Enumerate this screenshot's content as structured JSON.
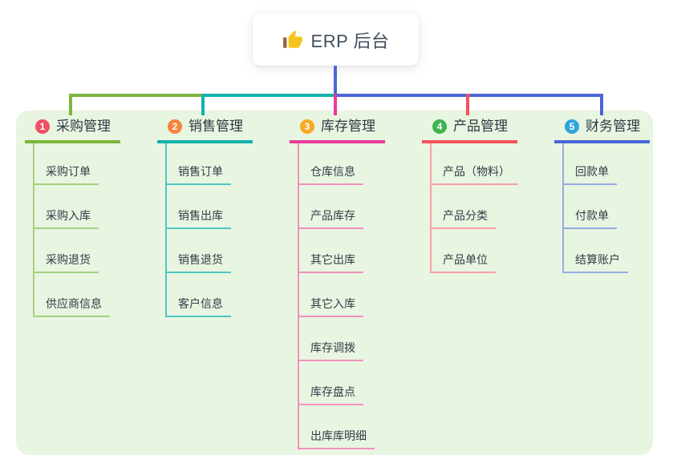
{
  "root": {
    "label": "ERP 后台",
    "icon": "thumbs-up-icon"
  },
  "colors": {
    "panel_bg": "#e8f5e1",
    "root_text": "#3f4e5e",
    "node_text": "#333d47",
    "root_connector": "#4a67d5"
  },
  "branches": [
    {
      "number": "1",
      "label": "采购管理",
      "badge_color": "#f15067",
      "line_color": "#7db63e",
      "child_line_color": "#a6d17f",
      "children": [
        "采购订单",
        "采购入库",
        "采购退货",
        "供应商信息"
      ]
    },
    {
      "number": "2",
      "label": "销售管理",
      "badge_color": "#f6843c",
      "line_color": "#12b2ab",
      "child_line_color": "#4fc7c1",
      "children": [
        "销售订单",
        "销售出库",
        "销售退货",
        "客户信息"
      ]
    },
    {
      "number": "3",
      "label": "库存管理",
      "badge_color": "#f7a928",
      "line_color": "#e93a9a",
      "child_line_color": "#f490c1",
      "children": [
        "仓库信息",
        "产品库存",
        "其它出库",
        "其它入库",
        "库存调拨",
        "库存盘点",
        "出库库明细"
      ]
    },
    {
      "number": "4",
      "label": "产品管理",
      "badge_color": "#3eb44f",
      "line_color": "#f3525c",
      "child_line_color": "#f8a1a6",
      "children": [
        "产品（物料）",
        "产品分类",
        "产品单位"
      ]
    },
    {
      "number": "5",
      "label": "财务管理",
      "badge_color": "#31a4dc",
      "line_color": "#4a67d5",
      "child_line_color": "#97abe5",
      "children": [
        "回款单",
        "付款单",
        "结算账户"
      ]
    }
  ]
}
